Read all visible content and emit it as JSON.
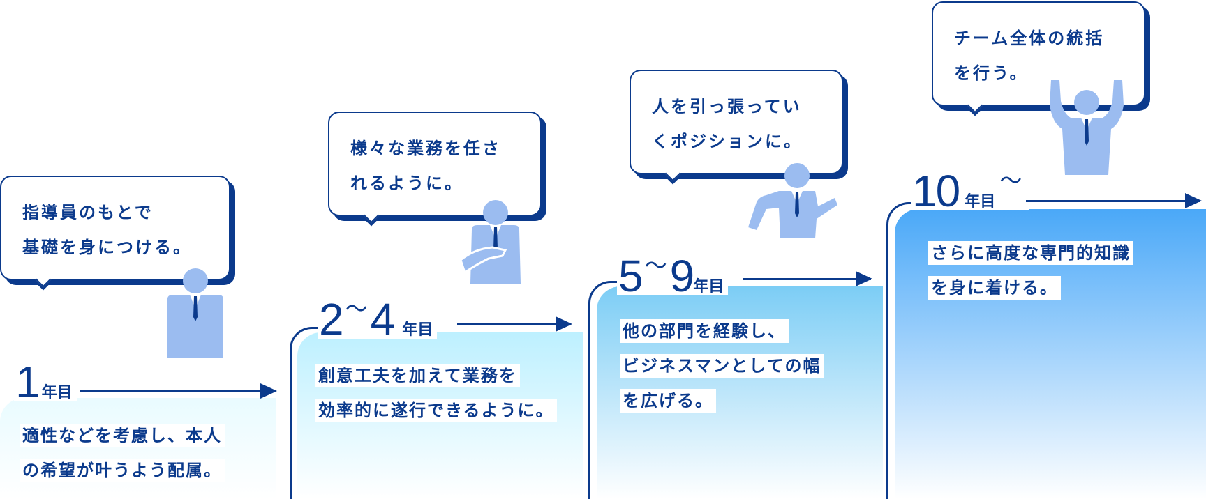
{
  "stages": [
    {
      "year_num": "1",
      "year_suffix": "年目",
      "bubble": [
        "指導員のもとで",
        "基礎を身につける。"
      ],
      "desc": [
        "適性などを考慮し、本人",
        "の希望が叶うよう配属。"
      ]
    },
    {
      "year_from": "2",
      "year_sep": "〜",
      "year_to": "4",
      "year_suffix": "年目",
      "bubble": [
        "様々な業務を任さ",
        "れるように。"
      ],
      "desc": [
        "創意工夫を加えて業務を",
        "効率的に遂行できるように。"
      ]
    },
    {
      "year_from": "5",
      "year_sep": "〜",
      "year_to": "9",
      "year_suffix": "年目",
      "bubble": [
        "人を引っ張ってい",
        "くポジションに。"
      ],
      "desc": [
        "他の部門を経験し、",
        "ビジネスマンとしての幅",
        "を広げる。"
      ]
    },
    {
      "year_num": "10",
      "year_suffix": "年目",
      "year_tail": "〜",
      "bubble": [
        "チーム全体の統括",
        "を行う。"
      ],
      "desc": [
        "さらに高度な専門的知識",
        "を身に着ける。"
      ]
    }
  ],
  "colors": {
    "navy": "#0b3a8c",
    "figure": "#9bbcf0"
  },
  "icons": [
    "person-standing-icon",
    "person-presenting-icon",
    "person-pointing-icon",
    "person-cheering-icon"
  ]
}
